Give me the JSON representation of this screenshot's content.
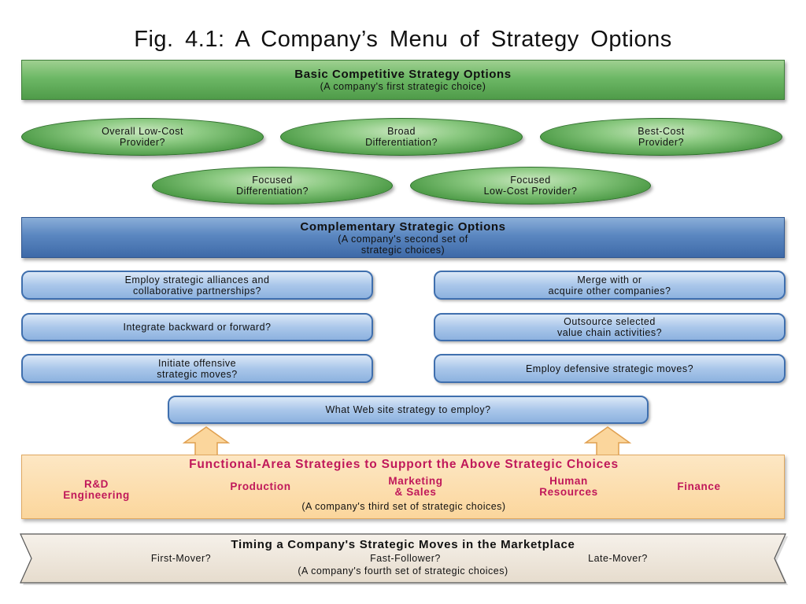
{
  "title": "Fig. 4.1:  A  Company’s  Menu  of  Strategy  Options",
  "basic": {
    "title": "Basic Competitive Strategy Options",
    "subtitle": "(A company's first strategic choice)",
    "options": [
      [
        "Overall Low-Cost",
        "Provider?"
      ],
      [
        "Broad",
        "Differentiation?"
      ],
      [
        "Best-Cost",
        "Provider?"
      ],
      [
        "Focused",
        "Differentiation?"
      ],
      [
        "Focused",
        "Low-Cost Provider?"
      ]
    ]
  },
  "complementary": {
    "title": "Complementary Strategic Options",
    "subtitle_line1": "(A company's second set of",
    "subtitle_line2": "strategic choices)",
    "left": [
      [
        "Employ strategic alliances and",
        "collaborative partnerships?"
      ],
      [
        "Integrate backward or forward?"
      ],
      [
        "Initiate offensive",
        "strategic moves?"
      ]
    ],
    "right": [
      [
        "Merge with or",
        "acquire other companies?"
      ],
      [
        "Outsource selected",
        "value chain activities?"
      ],
      [
        "Employ defensive strategic moves?"
      ]
    ],
    "web": "What Web site strategy to employ?"
  },
  "functional": {
    "title": "Functional-Area Strategies to Support the Above Strategic Choices",
    "areas": [
      [
        "R&D",
        "Engineering"
      ],
      [
        "Production"
      ],
      [
        "Marketing",
        "& Sales"
      ],
      [
        "Human",
        "Resources"
      ],
      [
        "Finance"
      ]
    ],
    "footer": "(A company's third set of strategic choices)"
  },
  "timing": {
    "title": "Timing a Company's Strategic Moves in the Marketplace",
    "options": [
      "First-Mover?",
      "Fast-Follower?",
      "Late-Mover?"
    ],
    "footer": "(A company's fourth set of strategic choices)"
  },
  "colors": {
    "green": "#4f9b49",
    "blue": "#3e6aa8",
    "orange": "#fbd69c",
    "magenta_text": "#c0185a",
    "timing_bg": "#efe7dc"
  }
}
